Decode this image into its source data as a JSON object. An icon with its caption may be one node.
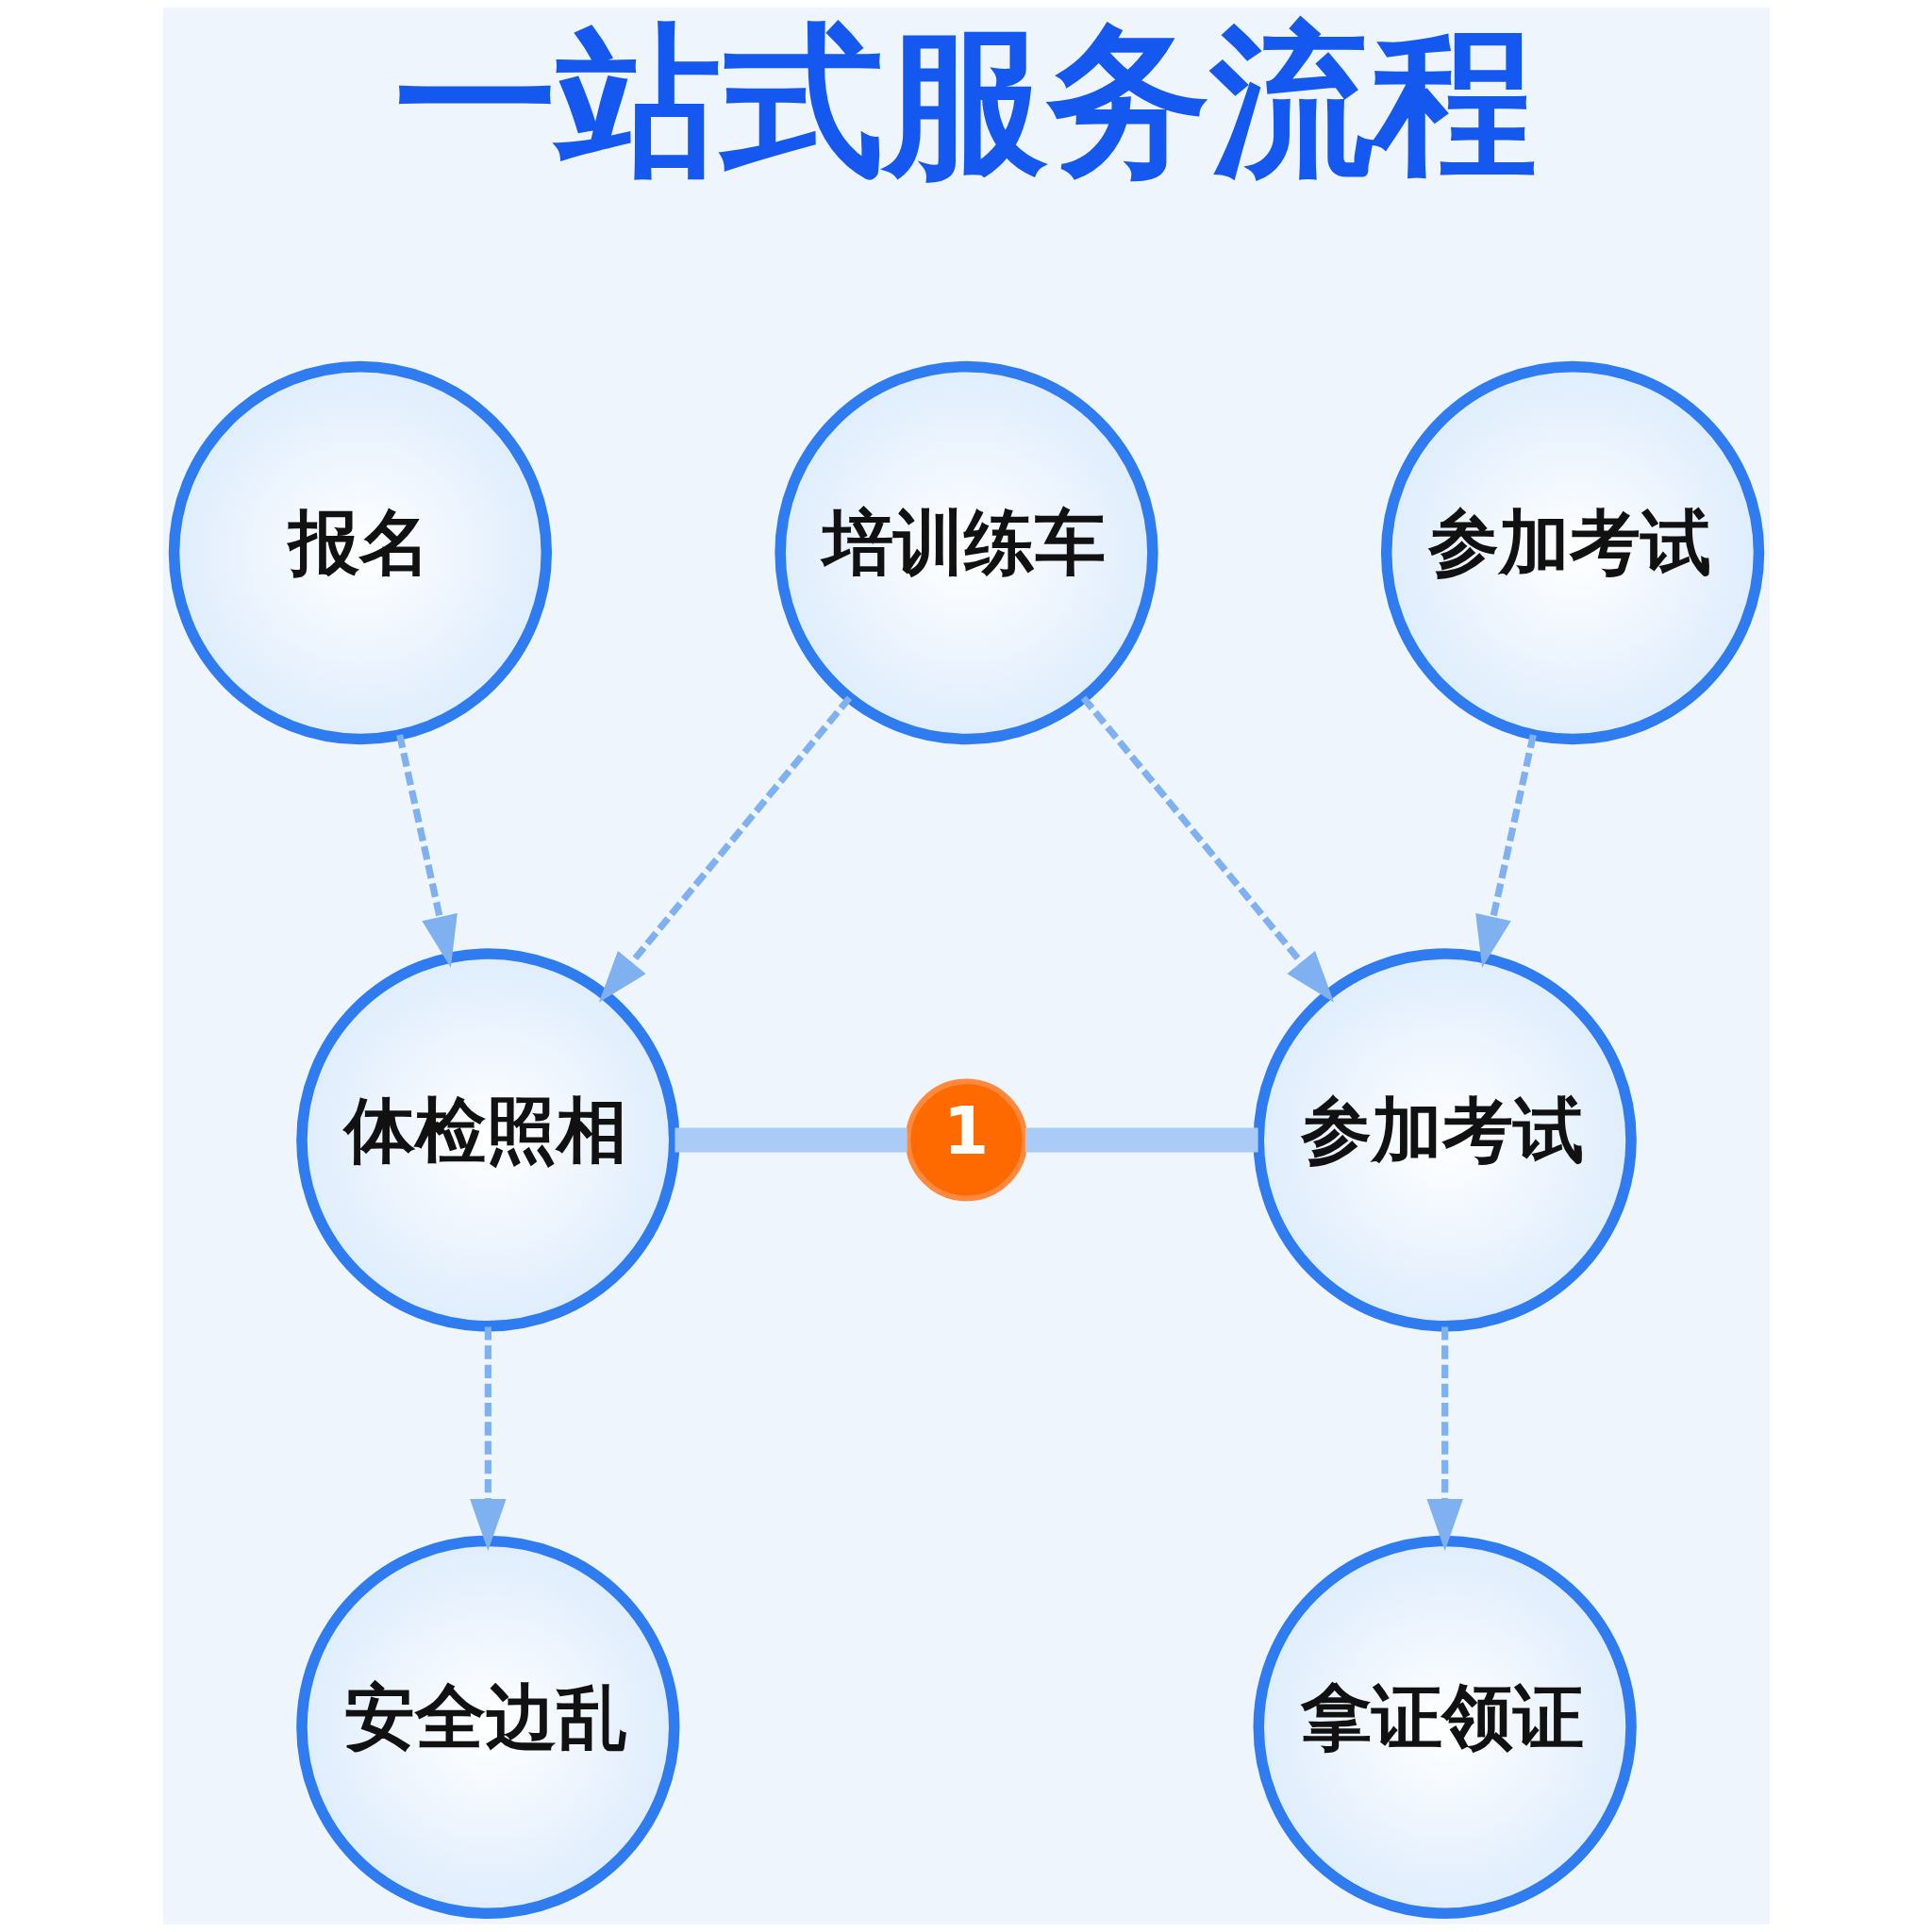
{
  "diagram": {
    "title": "一站式服务流程",
    "nodes": [
      {
        "text": [
          "报名"
        ]
      },
      {
        "text": [
          "培训练车"
        ]
      },
      {
        "text": [
          "参加考试"
        ]
      },
      {
        "text": [
          "体检照相"
        ]
      },
      {
        "text": [
          "1"
        ]
      },
      {
        "text": [
          "参加考试"
        ]
      },
      {
        "text": [
          "安全边乱"
        ]
      },
      {
        "text": [
          "拿证领证"
        ]
      }
    ],
    "edges": [
      {
        "from": 0,
        "to": 3,
        "arrow": "to",
        "style": "dashed"
      },
      {
        "from": 1,
        "to": 3,
        "arrow": "to",
        "style": "dashed"
      },
      {
        "from": 1,
        "to": 5,
        "arrow": "to",
        "style": "dashed"
      },
      {
        "from": 2,
        "to": 5,
        "arrow": "to",
        "style": "dashed"
      },
      {
        "from": 3,
        "to": 4,
        "arrow": "none",
        "style": "thick"
      },
      {
        "from": 4,
        "to": 5,
        "arrow": "none",
        "style": "thick"
      },
      {
        "from": 3,
        "to": 6,
        "arrow": "to",
        "style": "dashed"
      },
      {
        "from": 5,
        "to": 7,
        "arrow": "to",
        "style": "dashed"
      }
    ]
  }
}
